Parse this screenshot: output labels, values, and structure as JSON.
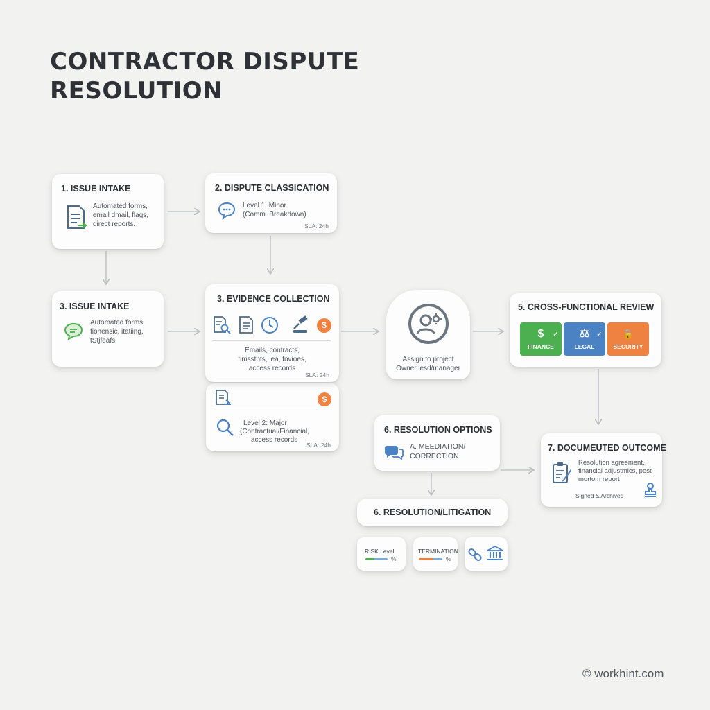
{
  "title": {
    "line1": "CONTRACTOR DISPUTE",
    "line2": "RESOLUTION"
  },
  "intake1": {
    "heading": "1. ISSUE INTAKE",
    "text": [
      "Automated forms,",
      "email dmail, flags,",
      "direct reports."
    ],
    "icon": "document-arrow-icon"
  },
  "classification": {
    "heading": "2. DISPUTE CLASSICATION",
    "level": "Level 1: Minor",
    "detail": "(Comm. Breakdown)",
    "sla": "SLA: 24h",
    "icon": "chat-bubble-icon"
  },
  "intake3": {
    "heading": "3. ISSUE INTAKE",
    "text": [
      "Automated forms,",
      "fionensic, itatiing,",
      "tStjfeafs."
    ],
    "icon": "message-icon"
  },
  "evidence": {
    "heading": "3. EVIDENCE COLLECTION",
    "text": [
      "Emails, contracts,",
      "timsstpts, lea, fnvioes,",
      "access records"
    ],
    "sla": "SLA: 24h",
    "icons": [
      "document-search-icon",
      "document-icon",
      "clock-icon",
      "gavel-icon",
      "dollar-icon"
    ]
  },
  "evidence_level2": {
    "level": "Level 2: Major",
    "detail": "(Contractual/Financial,",
    "detail2": "access records",
    "sla": "SLA: 24h",
    "icons": [
      "document-gavel-icon",
      "dollar-icon",
      "magnifier-icon"
    ]
  },
  "assign": {
    "text": [
      "Assign to project",
      "Owner lesd/manager"
    ],
    "icon": "user-gear-icon"
  },
  "review": {
    "heading": "5. CROSS-FUNCTIONAL REVIEW",
    "departments": [
      {
        "label": "FINANCE",
        "symbol": "$",
        "color": "#4caf50"
      },
      {
        "label": "LEGAL",
        "symbol": "⚖",
        "color": "#4a82c4"
      },
      {
        "label": "SECURITY",
        "symbol": "🔒",
        "color": "#ef8141"
      }
    ]
  },
  "options": {
    "heading": "6. RESOLUTION OPTIONS",
    "line1": "A. MEEDIATION/",
    "line2": "CORRECTION",
    "icon": "chat-bubbles-icon"
  },
  "litigation": {
    "heading": "6. RESOLUTION/LITIGATION",
    "risk_label": "RISK Level",
    "risk_pct": "%",
    "term_label": "TERMINATION",
    "term_pct": "%",
    "icons": [
      "chain-link-icon",
      "bank-icon"
    ]
  },
  "outcome": {
    "heading": "7. DOCUMEUTED OUTCOME",
    "text": [
      "Resolution agreement,",
      "financial adjustmics, pest-",
      "mortom report"
    ],
    "footer": "Signed & Archived",
    "icons": [
      "clipboard-pen-icon",
      "stamp-icon"
    ]
  },
  "footer": "© workhint.com",
  "colors": {
    "green": "#4caf50",
    "blue": "#4a82c4",
    "orange": "#ef8141",
    "slate": "#5b6e85"
  }
}
